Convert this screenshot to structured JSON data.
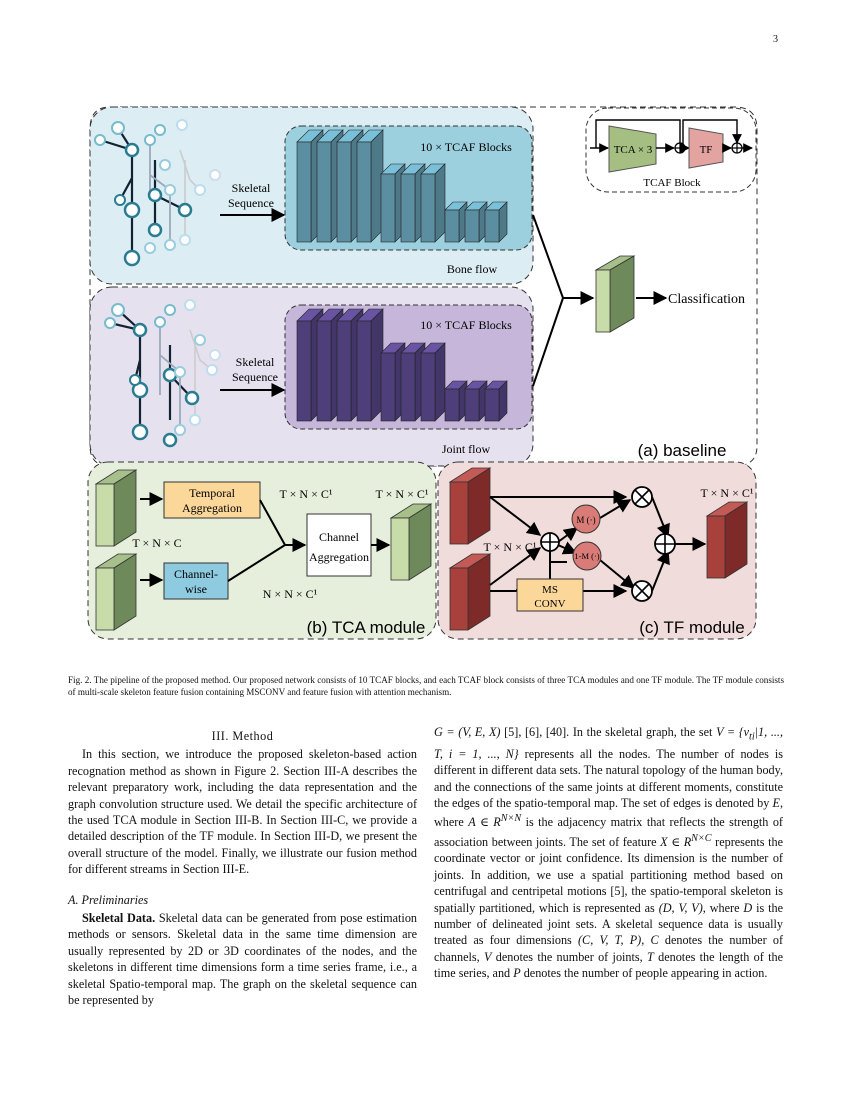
{
  "page_number": "3",
  "figure": {
    "panel_a": {
      "skeletal_sequence_label_1": "Skeletal",
      "skeletal_sequence_label_2": "Sequence",
      "tcaf_blocks_label": "10 × TCAF Blocks",
      "bone_flow_label": "Bone flow",
      "joint_flow_label": "Joint flow",
      "classification_label": "Classification",
      "panel_label": "(a) baseline",
      "tcaf_block_inset": {
        "tca_label": "TCA × 3",
        "tf_label": "TF",
        "inset_label": "TCAF Block"
      }
    },
    "panel_b": {
      "temporal_aggregation_1": "Temporal",
      "temporal_aggregation_2": "Aggregation",
      "channel_wise_1": "Channel-",
      "channel_wise_2": "wise",
      "channel_aggregation_1": "Channel",
      "channel_aggregation_2": "Aggregation",
      "dim_tnc": "T × N × C",
      "dim_tnc1_a": "T × N × C¹",
      "dim_tnc1_b": "T × N × C¹",
      "dim_nnc1": "N × N × C¹",
      "panel_label": "(b) TCA module"
    },
    "panel_c": {
      "m_label": "M (·)",
      "one_minus_m_label": "1-M (·)",
      "msconv_1": "MS",
      "msconv_2": "CONV",
      "dim_in": "T × N × C¹",
      "dim_out": "T × N × C¹",
      "panel_label": "(c) TF module"
    },
    "colors": {
      "bone_bg": "#dcedf3",
      "bone_block": "#5a8ea0",
      "joint_bg": "#e6e1ef",
      "joint_block": "#4e3e79",
      "tca_bg": "#e6efdc",
      "tf_bg": "#f1dcdc",
      "green_cube": "#6f8a5a",
      "red_cube": "#7d2a28"
    }
  },
  "caption": "Fig. 2. The pipeline of the proposed method. Our proposed network consists of 10 TCAF blocks, and each TCAF block consists of three TCA modules and one TF module. The TF module consists of multi-scale skeleton feature fusion containing MSCONV and feature fusion with attention mechanism.",
  "left_column": {
    "section_title": "III. Method",
    "intro": "In this section, we introduce the proposed skeleton-based action recognation method as shown in Figure 2. Section III-A describes the relevant preparatory work, including the data representation and the graph convolution structure used. We detail the specific architecture of the used TCA module in Section III-B. In Section III-C, we provide a detailed description of the TF module. In Section III-D, we present the overall structure of the model. Finally, we illustrate our fusion method for different streams in Section III-E.",
    "subsection_title": "A. Preliminaries",
    "para_lead": "Skeletal Data.",
    "para_body": " Skeletal data can be generated from pose estimation methods or sensors. Skeletal data in the same time dimension are usually represented by 2D or 3D coordinates of the nodes, and the skeletons in different time dimensions form a time series frame, i.e., a skeletal Spatio-temporal map. The graph on the skeletal sequence can be represented by"
  },
  "right_column": {
    "s1a": "G = (V, E, X)",
    "s1b": " [5], [6], [40]. In the skeletal graph, the set ",
    "s1c": "V = {v",
    "s1d": "ti",
    "s1e": "|1, ..., T, i = 1, ..., N}",
    "s1f": " represents all the nodes. The number of nodes is different in different data sets. The natural topology of the human body, and the connections of the same joints at different moments, constitute the edges of the spatio-temporal map. The set of edges is denoted by ",
    "s1g": "E",
    "s1h": ", where ",
    "s1i": "A ∈ R",
    "s1j": "N×N",
    "s1k": " is the adjacency matrix that reflects the strength of association between joints. The set of feature ",
    "s1l": "X ∈ R",
    "s1m": "N×C",
    "s1n": " represents the coordinate vector or joint confidence. Its dimension is the number of joints. In addition, we use a spatial partitioning method based on centrifugal and centripetal motions [5], the spatio-temporal skeleton is spatially partitioned, which is represented as ",
    "s1o": "(D, V, V)",
    "s1p": ", where ",
    "s1q": "D",
    "s1r": " is the number of delineated joint sets. A skeletal sequence data is usually treated as four dimensions ",
    "s1s": "(C, V, T, P)",
    "s1t": ", ",
    "s1u": "C",
    "s1v": " denotes the number of channels, ",
    "s1w": "V",
    "s1x": " denotes the number of joints, ",
    "s1y": "T",
    "s1z": " denotes the length of the time series, and ",
    "s2a": "P",
    "s2b": " denotes the number of people appearing in action."
  }
}
